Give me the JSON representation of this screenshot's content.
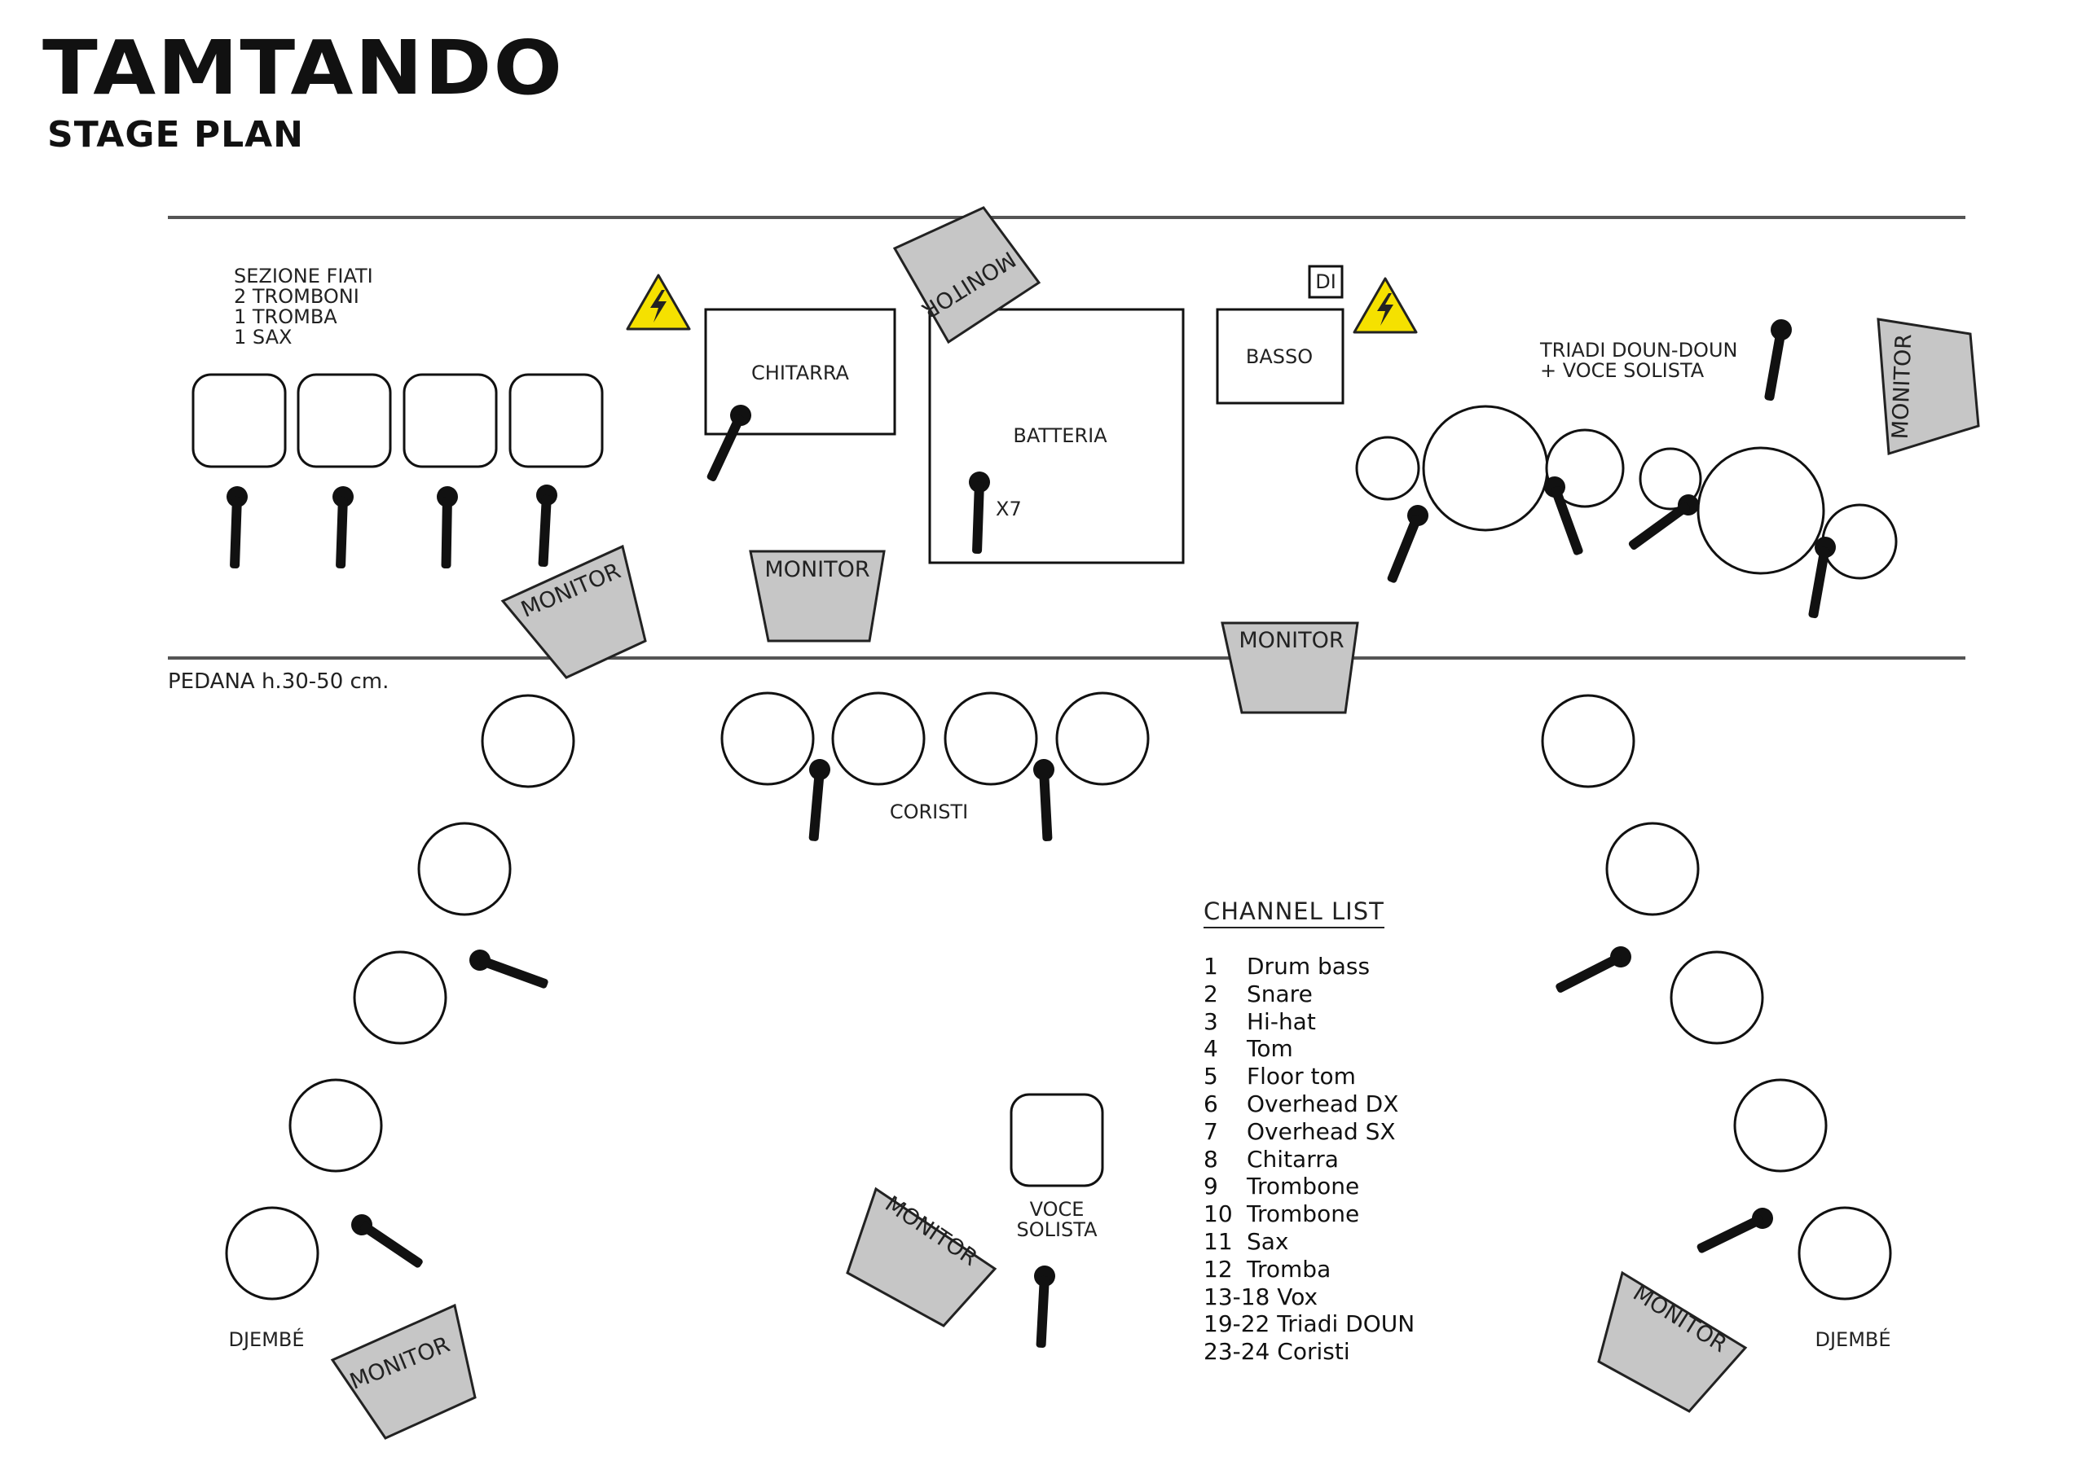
{
  "header": {
    "brand": "TAMTANDO",
    "subtitle": "STAGE PLAN"
  },
  "labels": {
    "wind_section": "SEZIONE FIATI\n2 TROMBONI\n1 TROMBA\n1 SAX",
    "chitarra": "CHITARRA",
    "batteria": "BATTERIA",
    "batteria_mics": "X7",
    "basso": "BASSO",
    "di": "DI",
    "triadi": "TRIADI DOUN-DOUN\n+ VOCE SOLISTA",
    "pedana": "PEDANA h.30-50 cm.",
    "coristi": "CORISTI",
    "voce_solista": "VOCE\nSOLISTA",
    "djembe_left": "DJEMBÉ",
    "djembe_right": "DJEMBÉ",
    "monitor": "MONITOR"
  },
  "channel_list": {
    "title": "CHANNEL LIST",
    "items": [
      {
        "num": "1",
        "name": "Drum bass"
      },
      {
        "num": "2",
        "name": "Snare"
      },
      {
        "num": "3",
        "name": "Hi-hat"
      },
      {
        "num": "4",
        "name": "Tom"
      },
      {
        "num": "5",
        "name": "Floor tom"
      },
      {
        "num": "6",
        "name": "Overhead DX"
      },
      {
        "num": "7",
        "name": "Overhead SX"
      },
      {
        "num": "8",
        "name": "Chitarra"
      },
      {
        "num": "9",
        "name": "Trombone"
      },
      {
        "num": "10",
        "name": "Trombone"
      },
      {
        "num": "11",
        "name": "Sax"
      },
      {
        "num": "12",
        "name": "Tromba"
      },
      {
        "num": "13-18",
        "name": "Vox"
      },
      {
        "num": "19-22",
        "name": "Triadi DOUN"
      },
      {
        "num": "23-24",
        "name": "Coristi"
      }
    ]
  },
  "colors": {
    "line": "#222222",
    "stage_line": "#555555",
    "monitor_fill": "#c6c6c6",
    "warning_fill": "#f5e100"
  },
  "icons": [
    "microphone-icon",
    "warning-electrical-icon"
  ]
}
